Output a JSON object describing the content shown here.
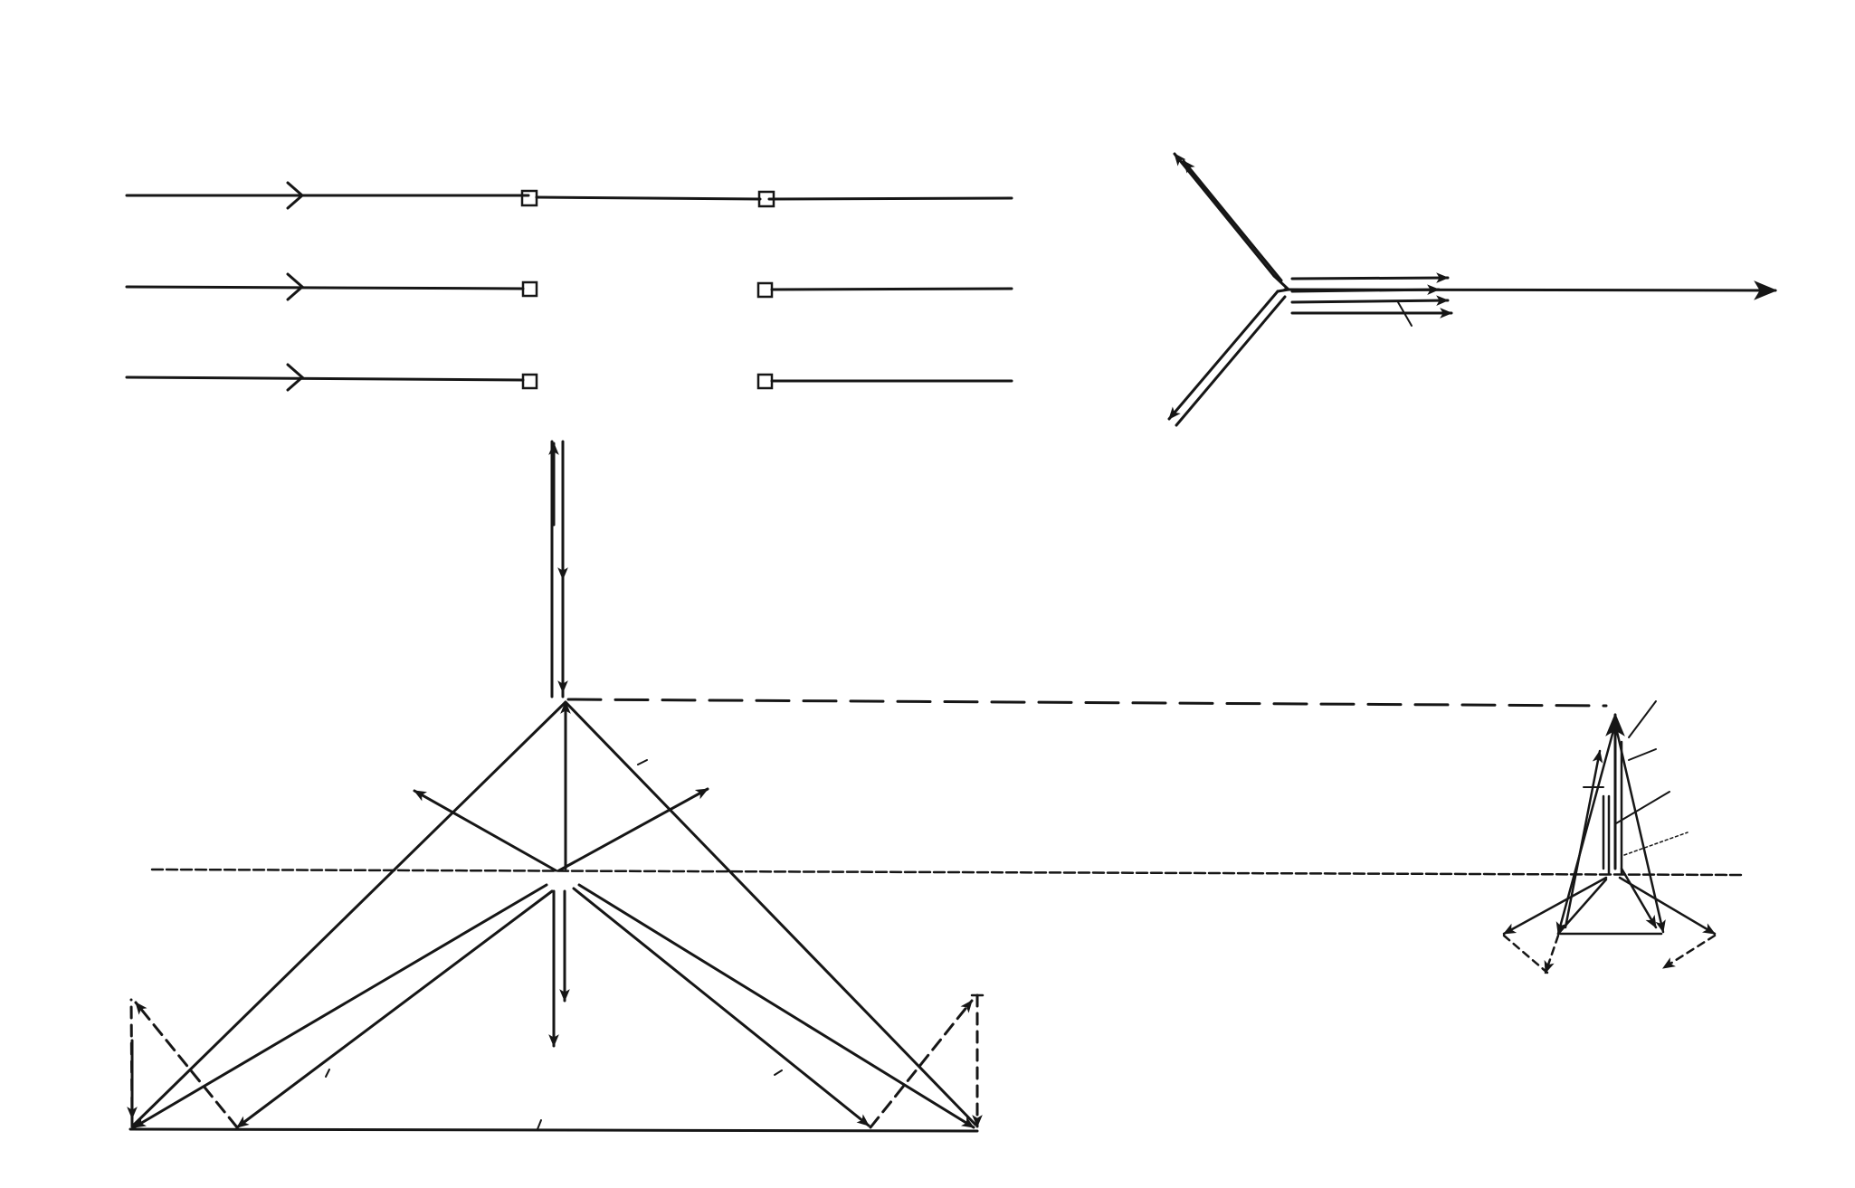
{
  "figure": {
    "background": "#ffffff",
    "ink": "#161616"
  },
  "panels": [
    {
      "id": "parallel-wires",
      "description_visible_text": ""
    },
    {
      "id": "y-junction",
      "description_visible_text": ""
    },
    {
      "id": "force-triangle",
      "description_visible_text": ""
    },
    {
      "id": "small-force-diagram",
      "description_visible_text": ""
    }
  ]
}
